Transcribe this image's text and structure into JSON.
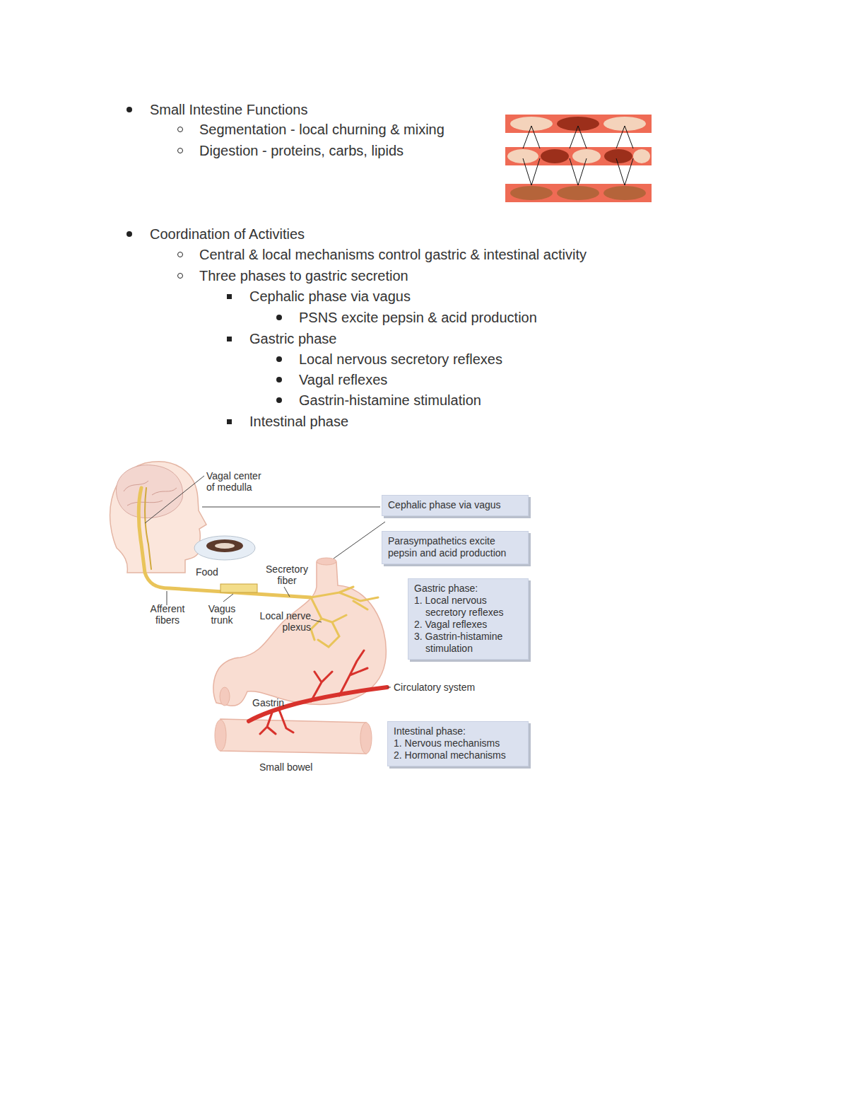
{
  "diagram": {
    "nodes": [
      {
        "text": [
          "Cephalic phase via vagus"
        ]
      },
      {
        "text": [
          "Parasympathetics excite pepsin and acid production"
        ]
      },
      {
        "text": [
          "Gastric phase:",
          "1. Local nervous secretory reflexes",
          "2. Vagal reflexes",
          "3. Gastrin-histamine stimulation"
        ]
      },
      {
        "text": [
          "Intestinal phase:",
          "1. Nervous mechanisms",
          "2. Hormonal mechanisms"
        ]
      }
    ],
    "labels": [
      "Small Intestine Functions",
      "Segmentation - local churning & mixing",
      "Digestion - proteins, carbs, lipids",
      "Coordination of Activities",
      "Central & local mechanisms control gastric & intestinal activity",
      "Three phases to gastric secretion",
      "Cephalic phase via vagus",
      "PSNS excite pepsin & acid production",
      "Gastric phase",
      "Local nervous secretory reflexes",
      "Vagal reflexes",
      "Gastrin-histamine stimulation",
      "Intestinal phase",
      "Vagal center of medulla",
      "Food",
      "Secretory fiber",
      "Afferent fibers",
      "Vagus trunk",
      "Local nerve plexus",
      "Gastrin",
      "Circulatory system",
      "Small bowel"
    ]
  }
}
